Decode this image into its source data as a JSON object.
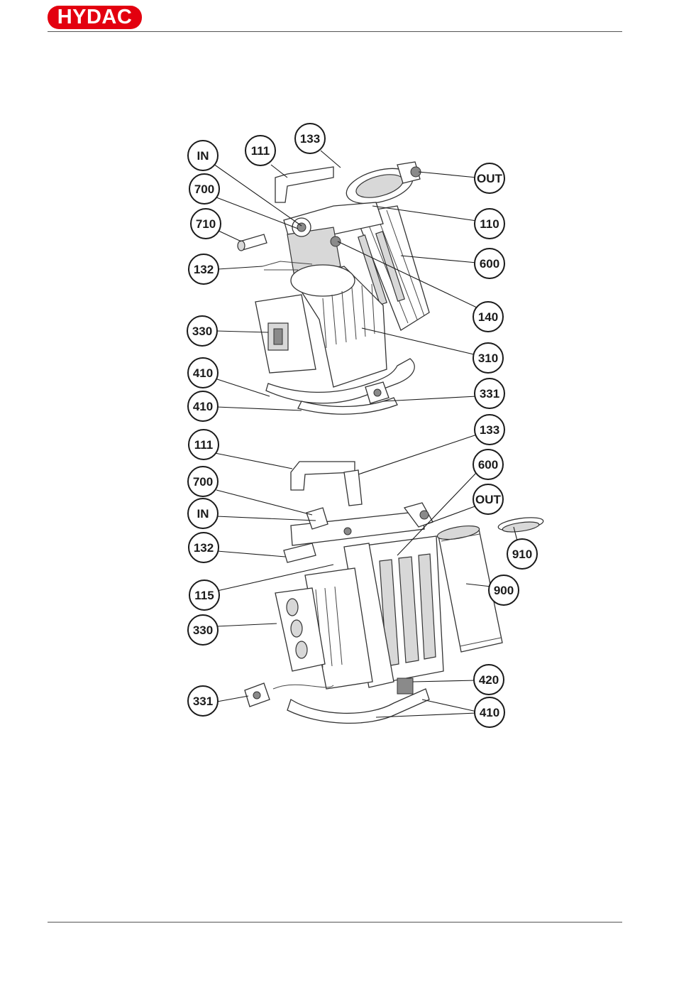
{
  "header": {
    "logo_text": "HYDAC",
    "brand_color": "#e3000f"
  },
  "diagram_top": {
    "labels": {
      "in": "IN",
      "c700": "700",
      "c710": "710",
      "c132": "132",
      "c330": "330",
      "c410a": "410",
      "c410b": "410",
      "c111": "111",
      "c133": "133",
      "out": "OUT",
      "c110": "110",
      "c600": "600",
      "c140": "140",
      "c310": "310",
      "c331": "331"
    }
  },
  "diagram_bottom": {
    "labels": {
      "c111": "111",
      "c700": "700",
      "in": "IN",
      "c132": "132",
      "c115": "115",
      "c330": "330",
      "c331": "331",
      "c133": "133",
      "c600": "600",
      "out": "OUT",
      "c910": "910",
      "c900": "900",
      "c420": "420",
      "c410": "410"
    }
  }
}
